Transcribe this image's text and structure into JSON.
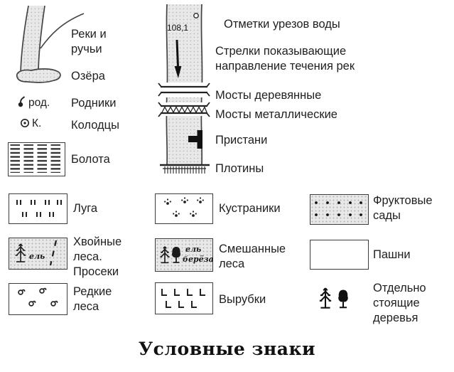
{
  "title": "Условные знаки",
  "hydro": {
    "rivers": "Реки и\nручьи",
    "lakes": "Озёра",
    "springs_caption": "род.",
    "springs": "Родники",
    "wells_caption": "К.",
    "wells": "Колодцы",
    "swamps": "Болота",
    "water_edge_mark": "108,1",
    "water_marks": "Отметки урезов воды",
    "flow_arrows": "Стрелки показывающие\nнаправление течения рек",
    "wooden_bridges": "Мосты деревянные",
    "metal_bridges": "Мосты металлические",
    "piers": "Пристани",
    "dams": "Плотины"
  },
  "vegetation": {
    "meadows": "Луга",
    "conifer": "Хвойные\nлеса.\nПросеки",
    "conifer_species": "ель",
    "sparse": "Редкие\nлеса",
    "shrubs": "Кустраники",
    "mixed": "Смешанные\nлеса",
    "mixed_species_1": "ель",
    "mixed_species_2": "берёза",
    "felled": "Вырубки",
    "orchards": "Фруктовые\nсады",
    "arable": "Пашни",
    "lone_trees": "Отдельно\nстоящие\nдеревья"
  }
}
